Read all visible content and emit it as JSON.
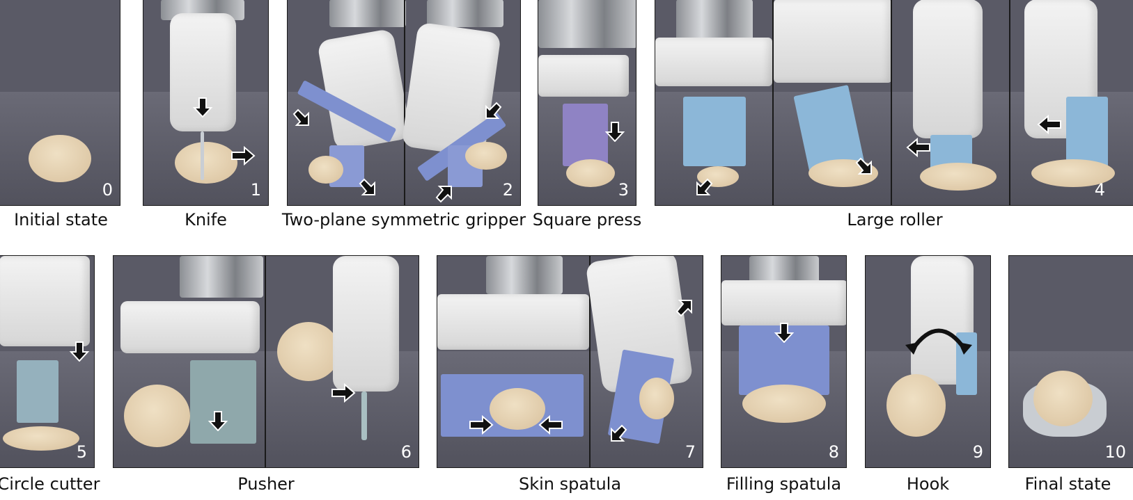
{
  "panels": [
    {
      "id": "p0",
      "number": "0",
      "caption": "Initial state"
    },
    {
      "id": "p1",
      "number": "1",
      "caption": "Knife"
    },
    {
      "id": "p2",
      "number": "2",
      "caption": "Two-plane symmetric gripper"
    },
    {
      "id": "p3",
      "number": "3",
      "caption": "Square press"
    },
    {
      "id": "p4",
      "number": "4",
      "caption": "Large roller"
    },
    {
      "id": "p5",
      "number": "5",
      "caption": "Circle cutter"
    },
    {
      "id": "p6",
      "number": "6",
      "caption": "Pusher"
    },
    {
      "id": "p7",
      "number": "7",
      "caption": "Skin spatula"
    },
    {
      "id": "p8",
      "number": "8",
      "caption": "Filling spatula"
    },
    {
      "id": "p9",
      "number": "9",
      "caption": "Hook"
    },
    {
      "id": "p10",
      "number": "10",
      "caption": "Final state"
    }
  ],
  "colors": {
    "tool_blue": "#7e90cf",
    "tool_purple": "#8f83c4",
    "tool_lightblue": "#8cb7d8",
    "tool_teal": "#8fa8ab",
    "dough": "#e3d0ae",
    "surface": "#5a5a66"
  }
}
